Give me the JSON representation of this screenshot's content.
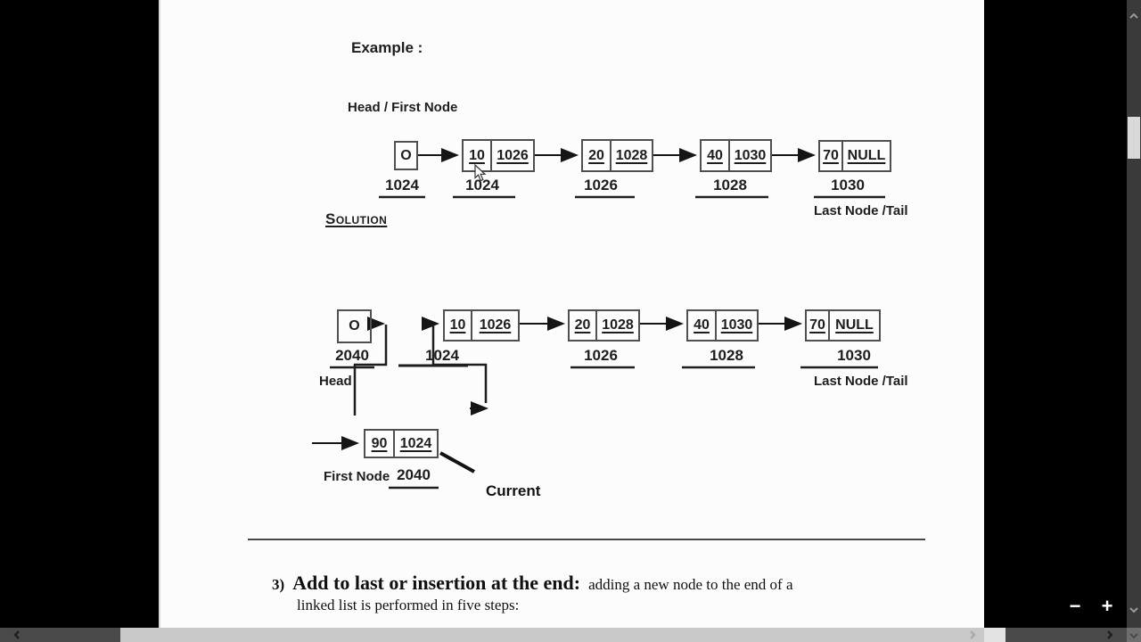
{
  "theme": {
    "page_bg": "#fcfcfc",
    "chrome_bg": "#000000",
    "ink": "#1d1d1d",
    "scroll_track_dark": "#3a3a3a",
    "scroll_thumb_light": "#d9d9d9",
    "bottom_bar_dark": "#4a4a4a",
    "bottom_track_light": "#c9c9c9"
  },
  "icons": {
    "scroll_up": "chevron-up",
    "scroll_down": "chevron-down",
    "scroll_left": "chevron-left",
    "scroll_right": "chevron-right",
    "cursor": "arrow-cursor"
  },
  "labels": {
    "example": "Example :",
    "head_first_node": "Head / First Node",
    "solution": "Solution",
    "head": "Head",
    "first_node": "First Node",
    "current": "Current"
  },
  "diagram1": {
    "head_box": {
      "value": "O",
      "address": "1024"
    },
    "nodes": [
      {
        "data": "10",
        "next": "1026",
        "address": "1024"
      },
      {
        "data": "20",
        "next": "1028",
        "address": "1026"
      },
      {
        "data": "40",
        "next": "1030",
        "address": "1028"
      },
      {
        "data": "70",
        "next": "NULL",
        "address": "1030"
      }
    ],
    "tail_label": "Last Node /Tail"
  },
  "diagram2": {
    "head_box": {
      "value": "O",
      "address": "2040"
    },
    "nodes": [
      {
        "data": "10",
        "next": "1026",
        "address": "1024"
      },
      {
        "data": "20",
        "next": "1028",
        "address": "1026"
      },
      {
        "data": "40",
        "next": "1030",
        "address": "1028"
      },
      {
        "data": "70",
        "next": "NULL",
        "address": "1030"
      }
    ],
    "tail_label": "Last Node /Tail",
    "new_node": {
      "data": "90",
      "next": "1024",
      "address": "2040"
    }
  },
  "paragraph": {
    "number": "3)",
    "heading": "Add to last or insertion at the end:",
    "heading_rest": "adding a new node to the end of a",
    "line2": "linked list is performed in five steps:"
  },
  "player": {
    "zoom_out": "−",
    "zoom_in": "+"
  }
}
